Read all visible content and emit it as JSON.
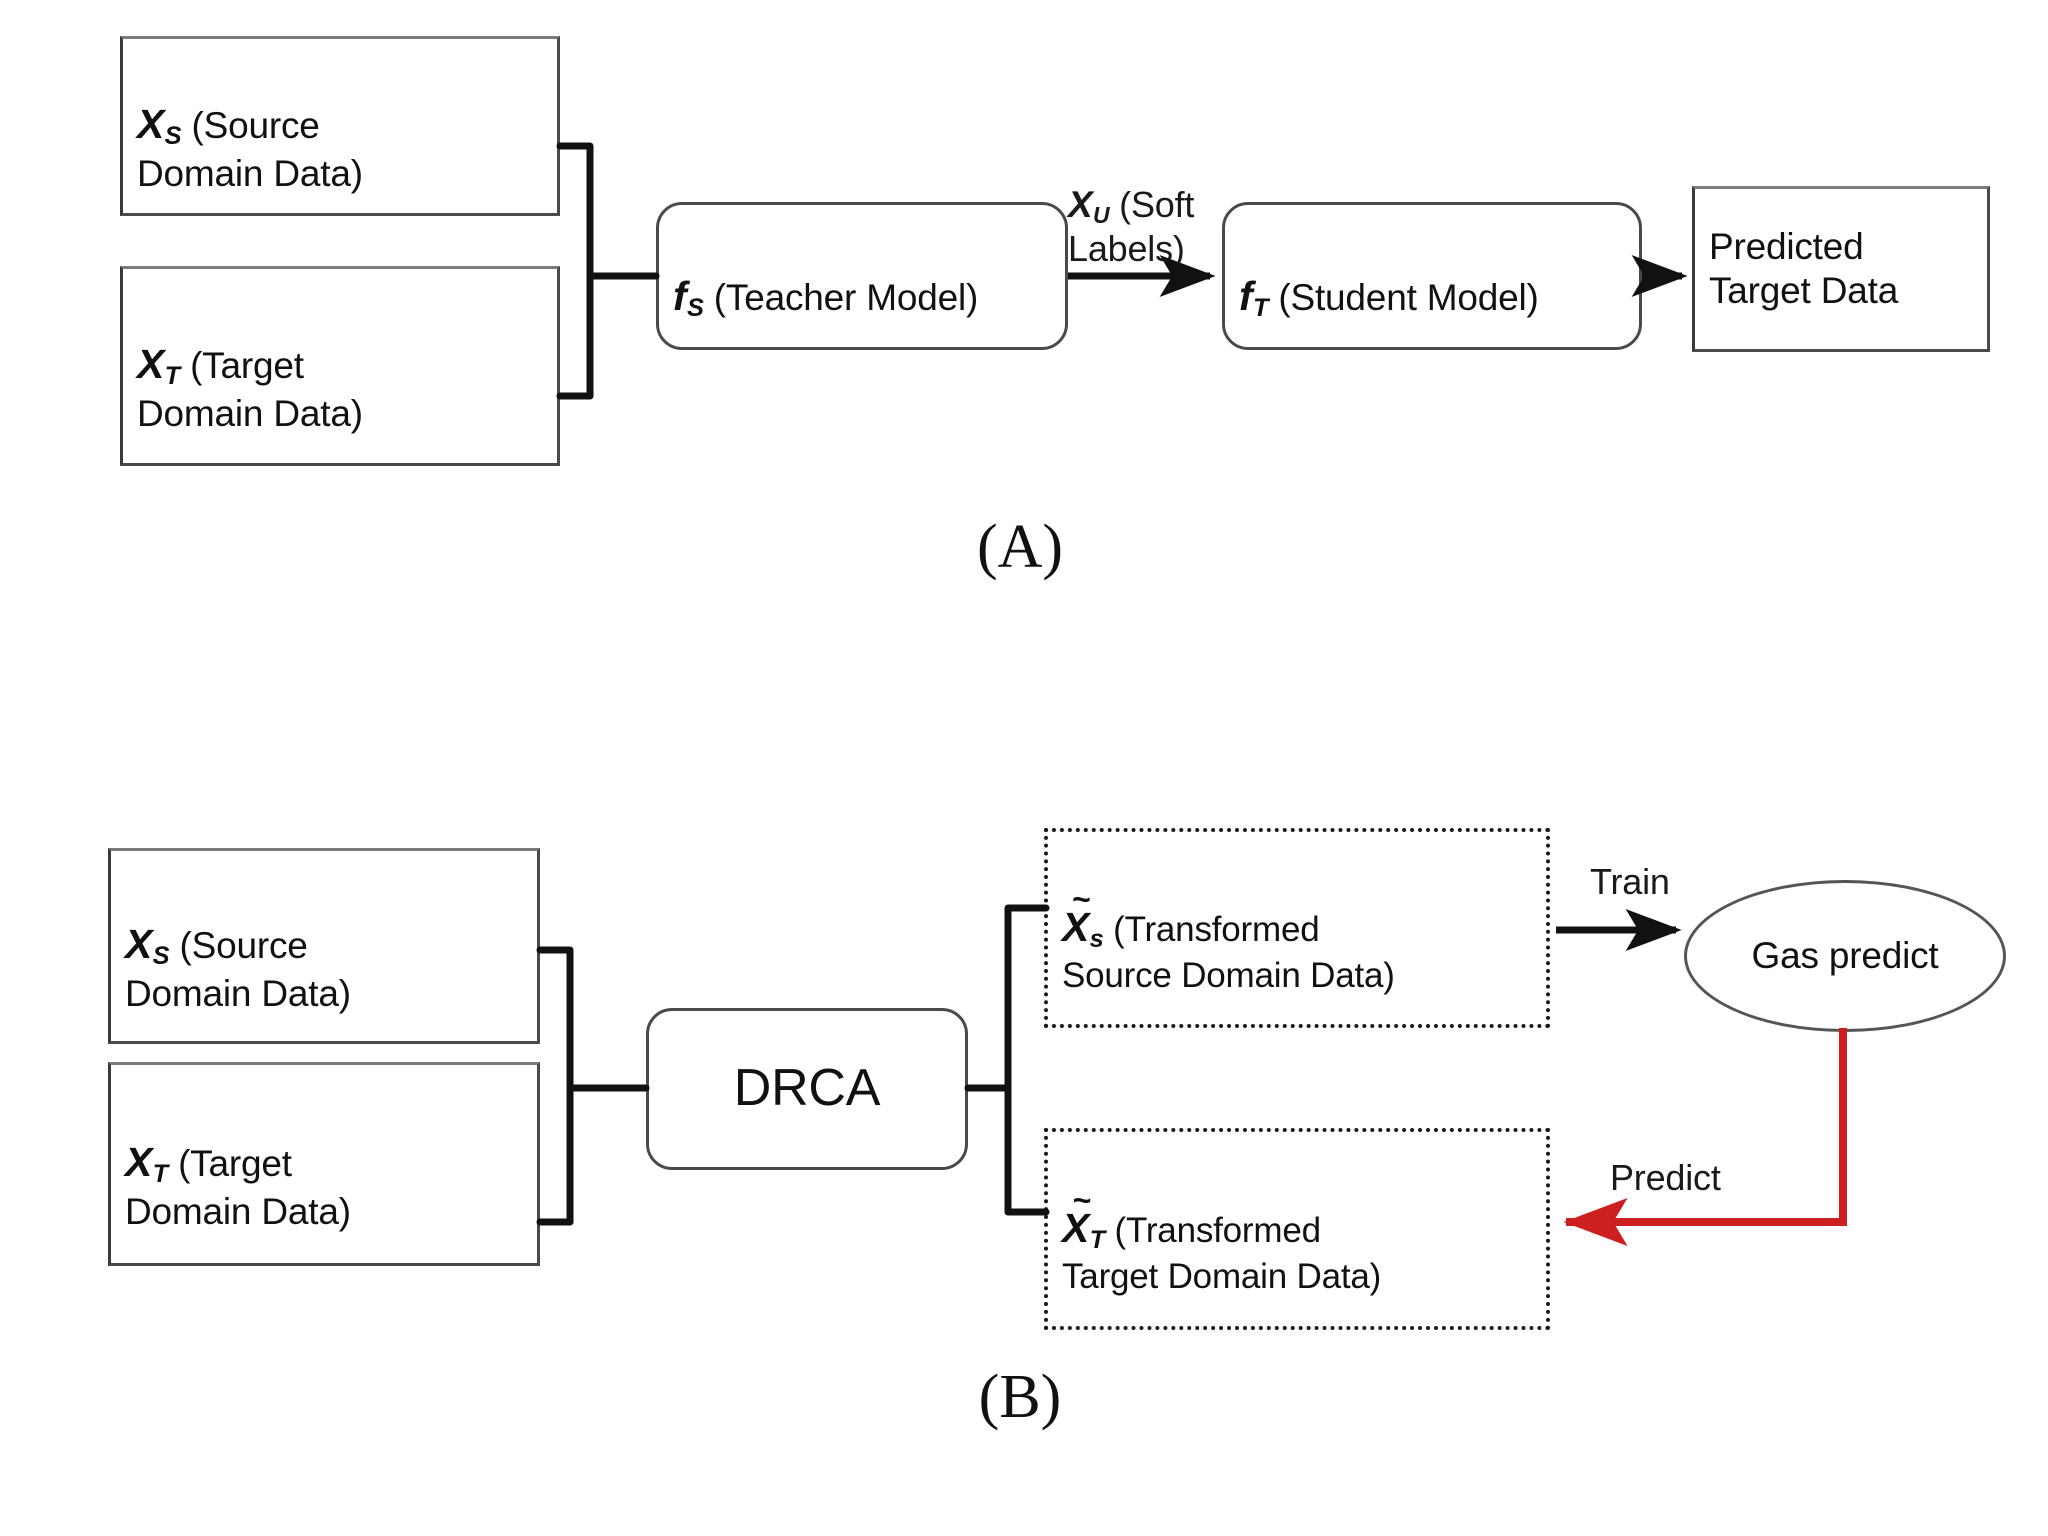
{
  "figure": {
    "background": "#ffffff",
    "accent_red": "#cc1f1f",
    "stroke_dark": "#1a1a1a"
  },
  "panel_a": {
    "caption": "(A)",
    "nodes": {
      "source_data": {
        "symbol": "X",
        "subscript": "S",
        "text": " (Source\nDomain Data)",
        "shape": "rectangle"
      },
      "target_data": {
        "symbol": "X",
        "subscript": "T",
        "text": " (Target\nDomain Data)",
        "shape": "rectangle"
      },
      "teacher_model": {
        "symbol": "f",
        "subscript": "S",
        "text": " (Teacher Model)",
        "shape": "rounded-rectangle"
      },
      "student_model": {
        "symbol": "f",
        "subscript": "T",
        "text": " (Student Model)",
        "shape": "rounded-rectangle"
      },
      "predicted_target": {
        "text": "Predicted\nTarget Data",
        "shape": "rectangle"
      }
    },
    "edges": {
      "soft_labels": {
        "symbol": "X",
        "subscript": "U",
        "text": " (Soft\nLabels)"
      }
    }
  },
  "panel_b": {
    "caption": "(B)",
    "nodes": {
      "source_data": {
        "symbol": "X",
        "subscript": "S",
        "text": " (Source\nDomain Data)",
        "shape": "rectangle"
      },
      "target_data": {
        "symbol": "X",
        "subscript": "T",
        "text": " (Target\nDomain Data)",
        "shape": "rectangle"
      },
      "drca": {
        "text": "DRCA",
        "shape": "rounded-rectangle"
      },
      "transformed_source": {
        "symbol": "X",
        "subscript": "s",
        "tilde": true,
        "text": " (Transformed\nSource Domain Data)",
        "shape": "dotted-rectangle"
      },
      "transformed_target": {
        "symbol": "X",
        "subscript": "T",
        "tilde": true,
        "text": " (Transformed\nTarget Domain Data)",
        "shape": "dotted-rectangle"
      },
      "gas_predict": {
        "text": "Gas predict",
        "shape": "ellipse"
      }
    },
    "edges": {
      "train": {
        "label": "Train",
        "color": "#1a1a1a"
      },
      "predict": {
        "label": "Predict",
        "color": "#cc1f1f"
      }
    }
  }
}
